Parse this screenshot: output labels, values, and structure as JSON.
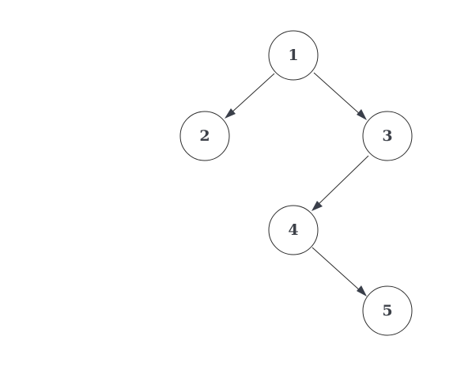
{
  "diagram": {
    "nodes": [
      {
        "id": "n1",
        "label": "1"
      },
      {
        "id": "n2",
        "label": "2"
      },
      {
        "id": "n3",
        "label": "3"
      },
      {
        "id": "n4",
        "label": "4"
      },
      {
        "id": "n5",
        "label": "5"
      }
    ],
    "edges": [
      {
        "from": "n1",
        "to": "n2"
      },
      {
        "from": "n1",
        "to": "n3"
      },
      {
        "from": "n3",
        "to": "n4"
      },
      {
        "from": "n4",
        "to": "n5"
      }
    ]
  }
}
